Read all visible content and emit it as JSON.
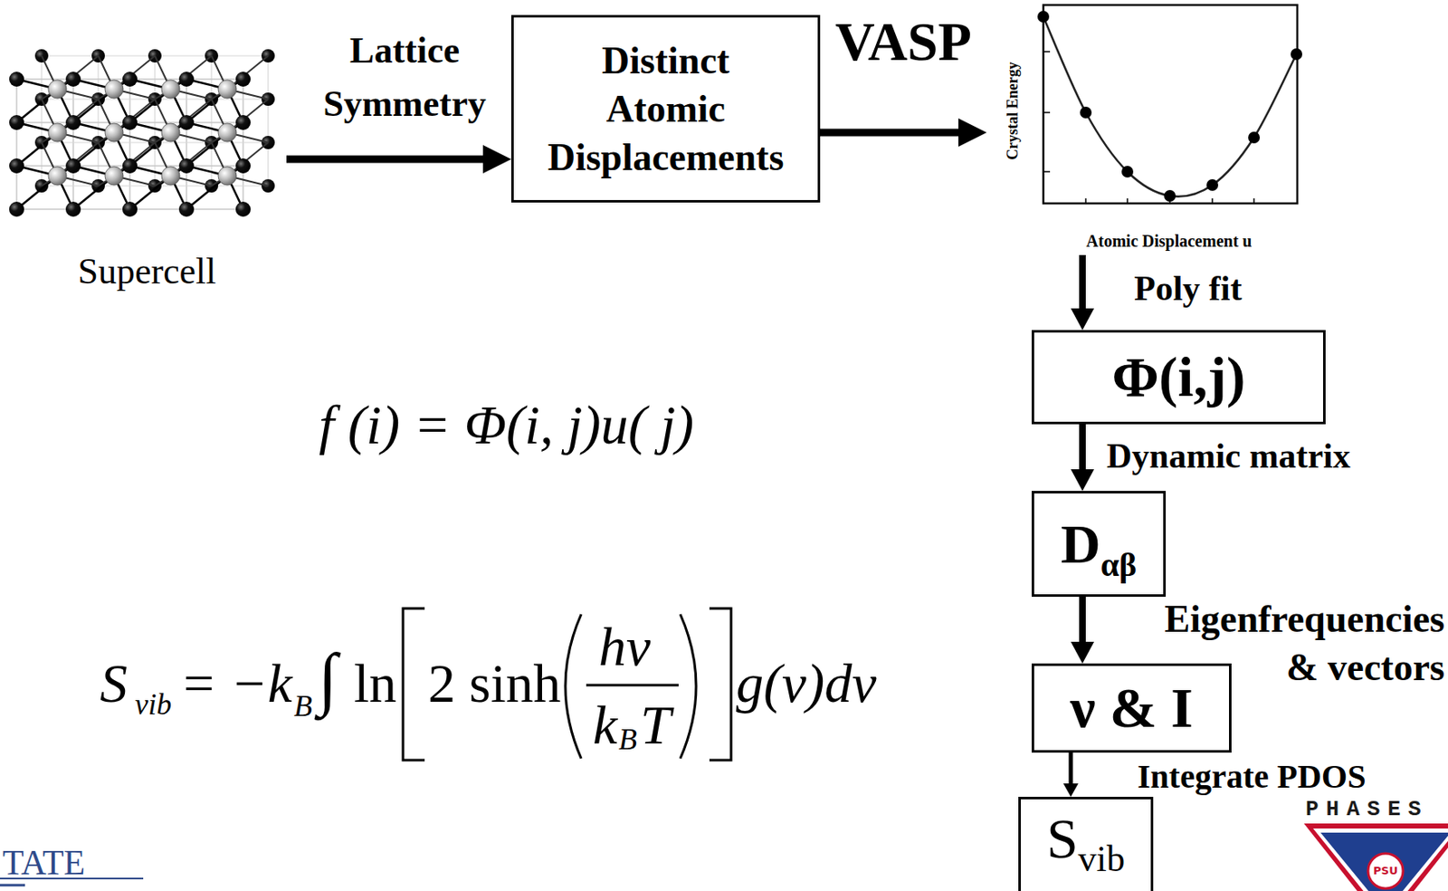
{
  "diagram": {
    "nodes": [
      {
        "text": [
          "Supercell"
        ]
      },
      {
        "text": [
          "Distinct Atomic Displacements"
        ]
      },
      {
        "text": [
          "Crystal Energy",
          "Atomic Displacement u"
        ]
      },
      {
        "text": [
          "Φ(i,j)"
        ]
      },
      {
        "text": [
          "D",
          "αβ"
        ]
      },
      {
        "text": [
          "ν & I"
        ]
      },
      {
        "text": [
          "S",
          "vib"
        ]
      }
    ],
    "edges": [
      {
        "from": 0,
        "to": 1,
        "arrow": "to",
        "label": "Lattice Symmetry"
      },
      {
        "from": 1,
        "to": 2,
        "arrow": "to",
        "label": "VASP"
      },
      {
        "from": 2,
        "to": 3,
        "arrow": "to",
        "label": "Poly fit"
      },
      {
        "from": 3,
        "to": 4,
        "arrow": "to",
        "label": "Dynamic matrix"
      },
      {
        "from": 4,
        "to": 5,
        "arrow": "to",
        "label": "Eigenfrequencies & vectors"
      },
      {
        "from": 5,
        "to": 6,
        "arrow": "to",
        "label": "Integrate PDOS"
      }
    ],
    "labels": [
      "f (i) = Φ(i, j)u( j)",
      "S",
      "vib",
      "= −k",
      "B",
      "∫",
      "ln",
      "2 sinh",
      "hν",
      "k",
      "B",
      "T",
      "g(ν)dν",
      "PHASES",
      "PSU",
      "TATE"
    ]
  }
}
